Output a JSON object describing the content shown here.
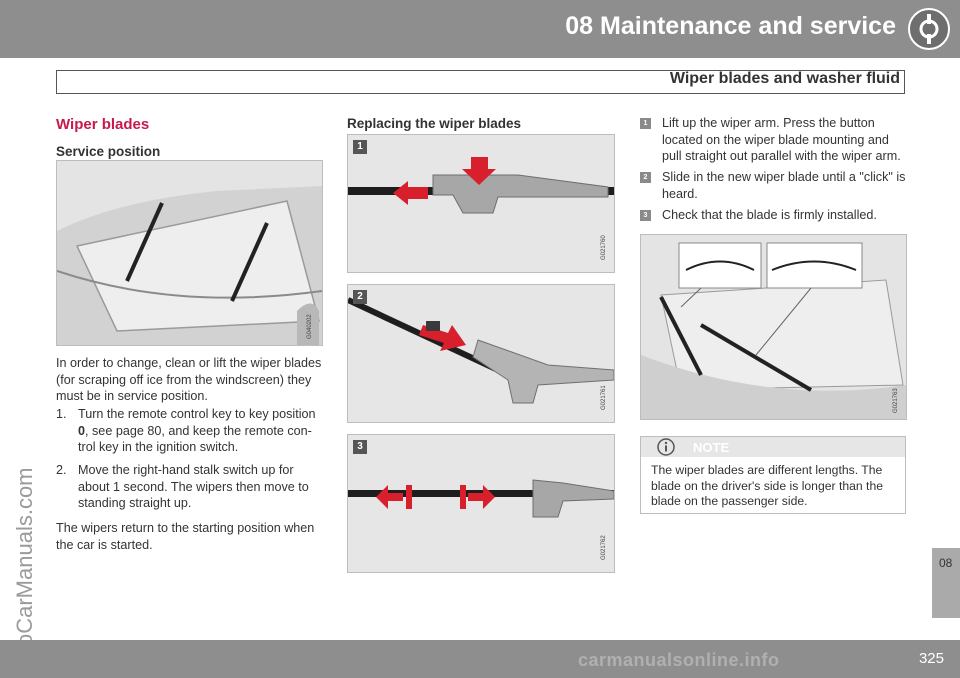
{
  "header": {
    "chapter_title": "08 Maintenance and service",
    "section_title": "Wiper blades and washer fluid",
    "chapter_icon": "wrench-gear-icon"
  },
  "watermark": "ProCarManuals.com",
  "left_column": {
    "heading": "Wiper blades",
    "subheading": "Service position",
    "figure_code": "G040202",
    "intro": "In order to change, clean or lift the wiper blades (for scraping off ice from the windscreen) they must be in service position.",
    "steps": [
      {
        "num": "1.",
        "text_before": "Turn the remote control key to key position ",
        "bold": "0",
        "text_after": ", see page 80, and keep the remote con- trol key in the ignition switch."
      },
      {
        "num": "2.",
        "text": "Move the right-hand stalk switch up for about 1 second. The wipers then move to standing straight up."
      }
    ],
    "outro": "The wipers return to the starting position when the car is started."
  },
  "middle_column": {
    "heading": "Replacing the wiper blades",
    "figures": [
      {
        "badge": "1",
        "code": "G021760"
      },
      {
        "badge": "2",
        "code": "G021761"
      },
      {
        "badge": "3",
        "code": "G021762"
      }
    ]
  },
  "right_column": {
    "steps": [
      {
        "badge": "1",
        "text": "Lift up the wiper arm. Press the button located on the wiper blade mounting and pull straight out parallel with the wiper arm."
      },
      {
        "badge": "2",
        "text": "Slide in the new wiper blade until a \"click\" is heard."
      },
      {
        "badge": "3",
        "text": "Check that the blade is firmly installed."
      }
    ],
    "figure_code": "G021763",
    "note": {
      "title": "NOTE",
      "text": "The wiper blades are different lengths. The blade on the driver's side is longer than the blade on the passenger side.",
      "icon": "info-icon"
    }
  },
  "side_tab": "08",
  "page_number": "325",
  "footer_watermark": "carmanualsonline.info",
  "colors": {
    "accent": "#c8194b",
    "bar": "#8e8e8e",
    "arrow": "#d8202c"
  }
}
